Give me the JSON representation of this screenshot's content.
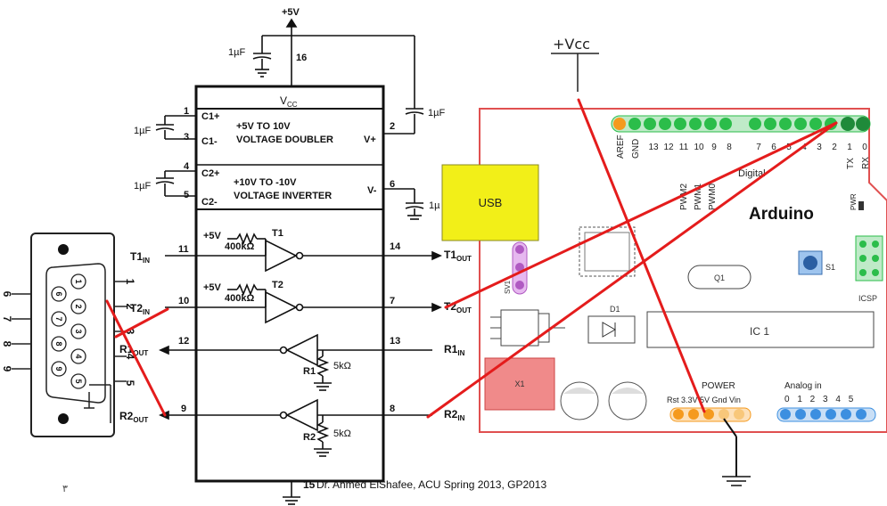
{
  "max232": {
    "supply_label": "+5V",
    "vcc_label": "V",
    "vcc_sub": "CC",
    "cap_label": "1µF",
    "cap_label_cut": "1µ",
    "doubler_line1": "+5V TO 10V",
    "doubler_line2": "VOLTAGE DOUBLER",
    "inverter_line1": "+10V TO -10V",
    "inverter_line2": "VOLTAGE INVERTER",
    "pin_c1p": "C1+",
    "pin_c1m": "C1-",
    "pin_c2p": "C2+",
    "pin_c2m": "C2-",
    "pin_vplus": "V+",
    "pin_vminus": "V-",
    "pins": {
      "p1": "1",
      "p2": "2",
      "p3": "3",
      "p4": "4",
      "p5": "5",
      "p6": "6",
      "p7": "7",
      "p8": "8",
      "p9": "9",
      "p10": "10",
      "p11": "11",
      "p12": "12",
      "p13": "13",
      "p14": "14",
      "p15": "15",
      "p16": "16"
    },
    "pullup_label": "+5V",
    "res400": "400kΩ",
    "res5k": "5kΩ",
    "t1": "T1",
    "t2": "T2",
    "r1": "R1",
    "r2": "R2",
    "t1in": "T1",
    "t2in": "T2",
    "r1out": "R1",
    "r2out": "R2",
    "t1out": "T1",
    "t2out": "T2",
    "r1in": "R1",
    "r2in": "R2",
    "sub_in": "IN",
    "sub_out": "OUT"
  },
  "db9": {
    "pins_top": [
      "1",
      "2",
      "3",
      "4",
      "5"
    ],
    "pins_bottom": [
      "6",
      "7",
      "8",
      "9"
    ],
    "side_labels": [
      "1",
      "2",
      "3",
      "4",
      "5",
      "6",
      "7",
      "8",
      "9"
    ]
  },
  "arduino": {
    "title": "Arduino",
    "usb": "USB",
    "digital": "Digital",
    "header_top": [
      "AREF",
      "GND",
      "13",
      "12",
      "11",
      "10",
      "9",
      "8",
      "7",
      "6",
      "5",
      "4",
      "3",
      "2",
      "1",
      "0"
    ],
    "tx": "TX",
    "rx": "RX",
    "pwm": [
      "PWM2",
      "PWM1",
      "PWM0"
    ],
    "q1": "Q1",
    "s1": "S1",
    "icsp": "ICSP",
    "ic1": "IC 1",
    "d1": "D1",
    "x1": "X1",
    "power": "POWER",
    "power_pins": "Rst 3.3V 5V Gnd Vin",
    "analog": "Analog in",
    "analog_pins": "0 1 2 3 4 5",
    "pwr": "PWR",
    "sv1": "SV1"
  },
  "annotations": {
    "vcc_handwritten": "+Vcc"
  },
  "footer": {
    "credit": "Dr. Ahmed ElShafee, ACU Spring 2013, GP2013",
    "page_number": "٣"
  },
  "colors": {
    "red_wire": "#e41c1c",
    "usb_fill": "#f2ef18",
    "header_green": "#2bbd4a",
    "header_orange": "#f59a1e",
    "analog_blue": "#3c8fe0",
    "board_outline": "#e05050",
    "crystal_pink": "#f08a8a"
  }
}
